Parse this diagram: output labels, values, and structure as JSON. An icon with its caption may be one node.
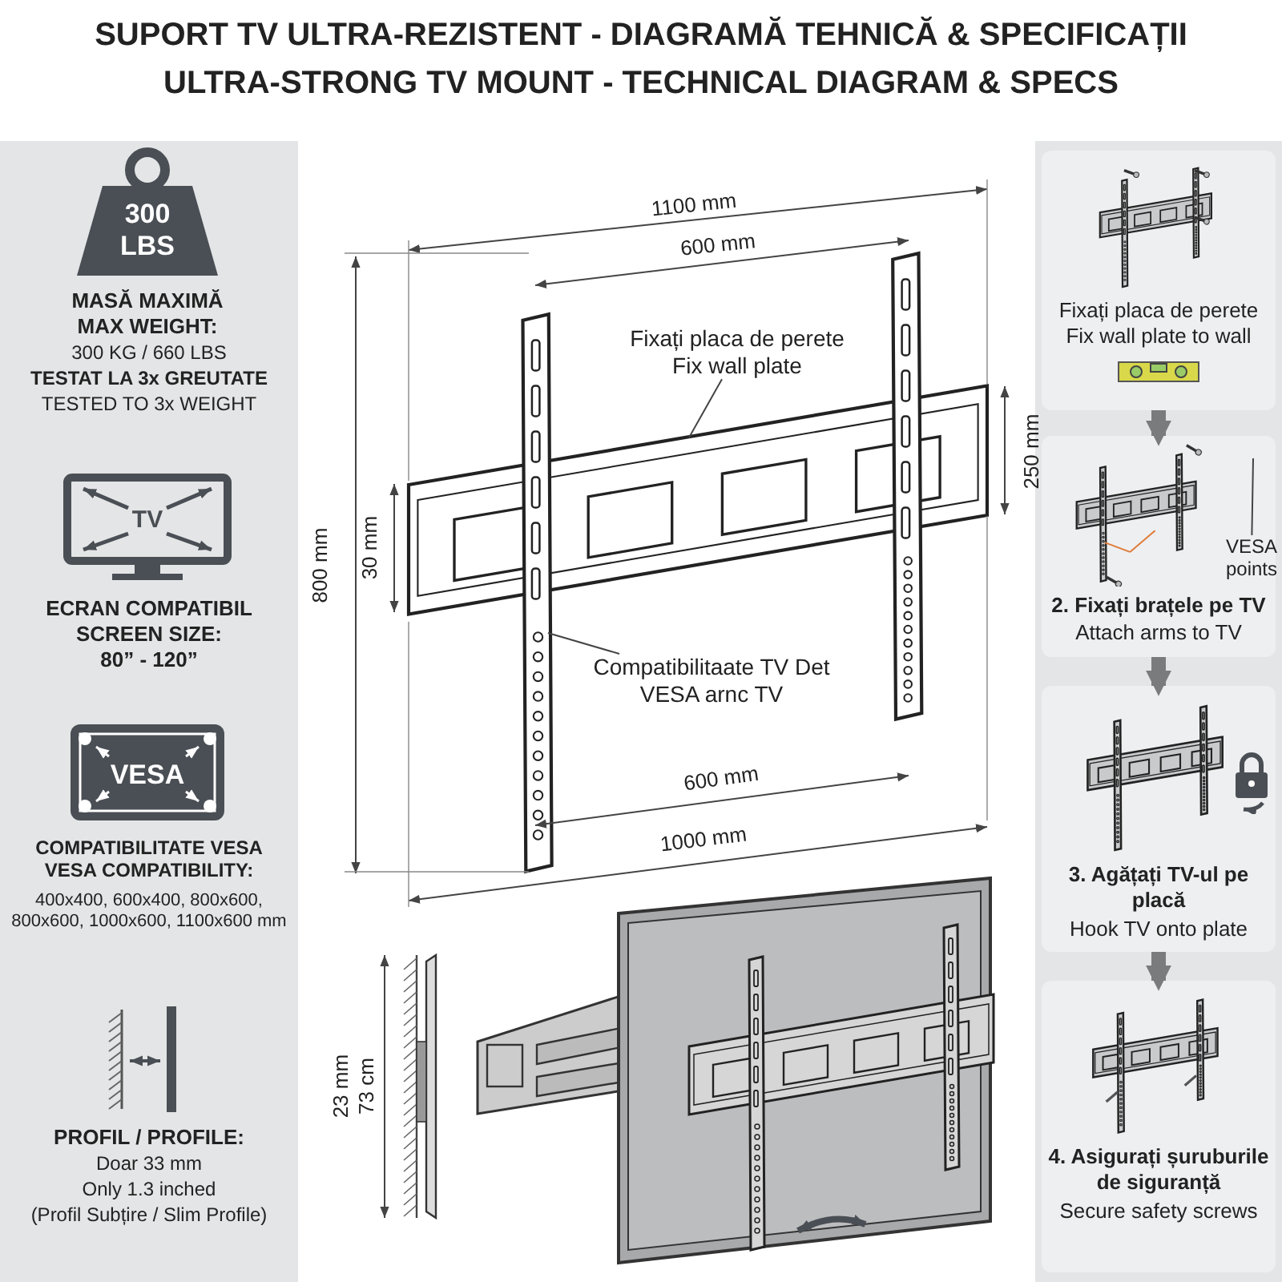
{
  "diagram": {
    "title": "SUPORT TV ULTRA-REZISTENT - DIAGRAMĂ TEHNICĂ & SPECIFICAȚII",
    "nodes": [
      {
        "text": [
          "Fixați placa de perete Fix wall plate"
        ]
      },
      {
        "text": [
          "Compatibilitaate TV Det VESA arnc TV"
        ]
      },
      {
        "text": [
          "Fixați placa de perete Fix wall plate to wall"
        ]
      },
      {
        "text": [
          "2. Fixați brațele pe TV",
          "Attach arms to TV"
        ]
      },
      {
        "text": [
          "VESA points"
        ],
        "in": 3
      },
      {
        "text": [
          "3. Agățați TV-ul pe placă",
          "Hook TV onto plate"
        ]
      },
      {
        "text": [
          "4. Asigurați șuruburile de siguranță",
          "Secure safety screws"
        ]
      }
    ],
    "edges": [
      {
        "from": 0,
        "to": null,
        "arrow": "none"
      },
      {
        "from": 1,
        "to": null,
        "arrow": "none"
      },
      {
        "from": 2,
        "to": 3,
        "arrow": "to",
        "style": "thick",
        "color": "#7a7b7d"
      },
      {
        "from": 3,
        "to": 5,
        "arrow": "to",
        "style": "thick",
        "color": "#7a7b7d"
      },
      {
        "from": 4,
        "to": null,
        "arrow": "none"
      },
      {
        "from": 5,
        "to": 6,
        "arrow": "to",
        "style": "thick",
        "color": "#7a7b7d"
      }
    ],
    "labels": [
      "ULTRA-STRONG TV MOUNT - TECHNICAL DIAGRAM & SPECS",
      "300 LBS",
      "MASĂ MAXIMĂ MAX WEIGHT:",
      "300 KG / 660 LBS",
      "TESTAT LA 3x GREUTATE",
      "TESTED TO 3x WEIGHT",
      "TV",
      "ECRAN COMPATIBIL SCREEN SIZE:",
      "80” - 120”",
      "VESA",
      "COMPATIBILITATE VESA VESA COMPATIBILITY:",
      "400x400, 600x400, 800x600, 800x600, 1000x600, 1100x600 mm",
      "PROFIL / PROFILE:",
      "Doar 33 mm",
      "Only 1.3 inched",
      "(Profil Subțire / Slim Profile)",
      "1100 mm",
      "600 mm",
      "250 mm",
      "800 mm",
      "30 mm",
      "600 mm",
      "1000 mm",
      "23 mm",
      "73 cm"
    ]
  }
}
